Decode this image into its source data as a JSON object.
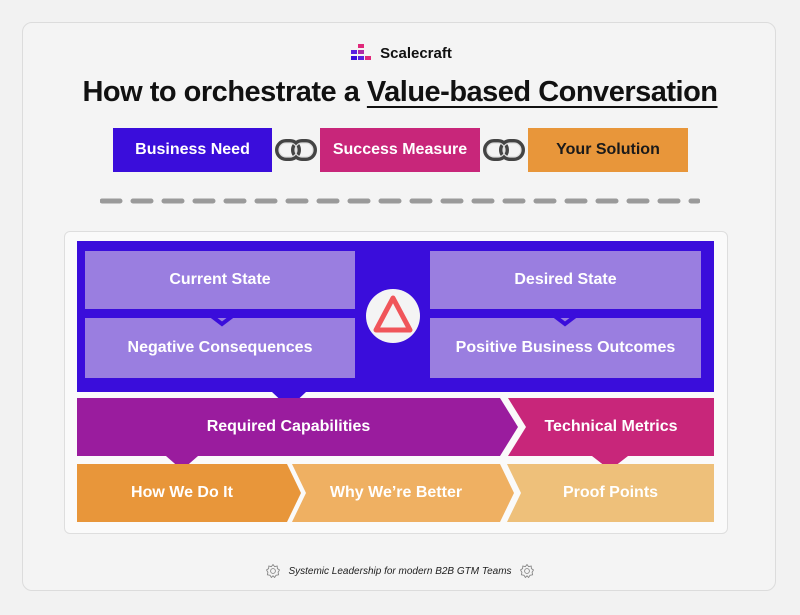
{
  "brand": {
    "name": "Scalecraft"
  },
  "title": {
    "prefix": "How to orchestrate a ",
    "highlight": "Value-based Conversation"
  },
  "chain": [
    {
      "label": "Business Need",
      "color": "#3a0ddb"
    },
    {
      "label": "Success Measure",
      "color": "#c8267a"
    },
    {
      "label": "Your Solution",
      "color": "#e8963a"
    }
  ],
  "diagram": {
    "current_state": "Current State",
    "negative_consequences": "Negative Consequences",
    "desired_state": "Desired State",
    "positive_business_outcomes": "Positive Business Outcomes",
    "required_capabilities": "Required Capabilities",
    "technical_metrics": "Technical Metrics",
    "how_we_do_it": "How We Do It",
    "why_were_better": "Why We’re Better",
    "proof_points": "Proof Points"
  },
  "colors": {
    "deep_blue": "#3a0ddb",
    "lavender": "#9a7ee0",
    "purple": "#9a1c9e",
    "magenta": "#c8267a",
    "orange": "#e8963a",
    "light_orange": "#efb062",
    "pale_orange": "#eec07a",
    "delta_red": "#f0555a"
  },
  "footer": {
    "text": "Systemic Leadership for modern B2B GTM Teams"
  }
}
